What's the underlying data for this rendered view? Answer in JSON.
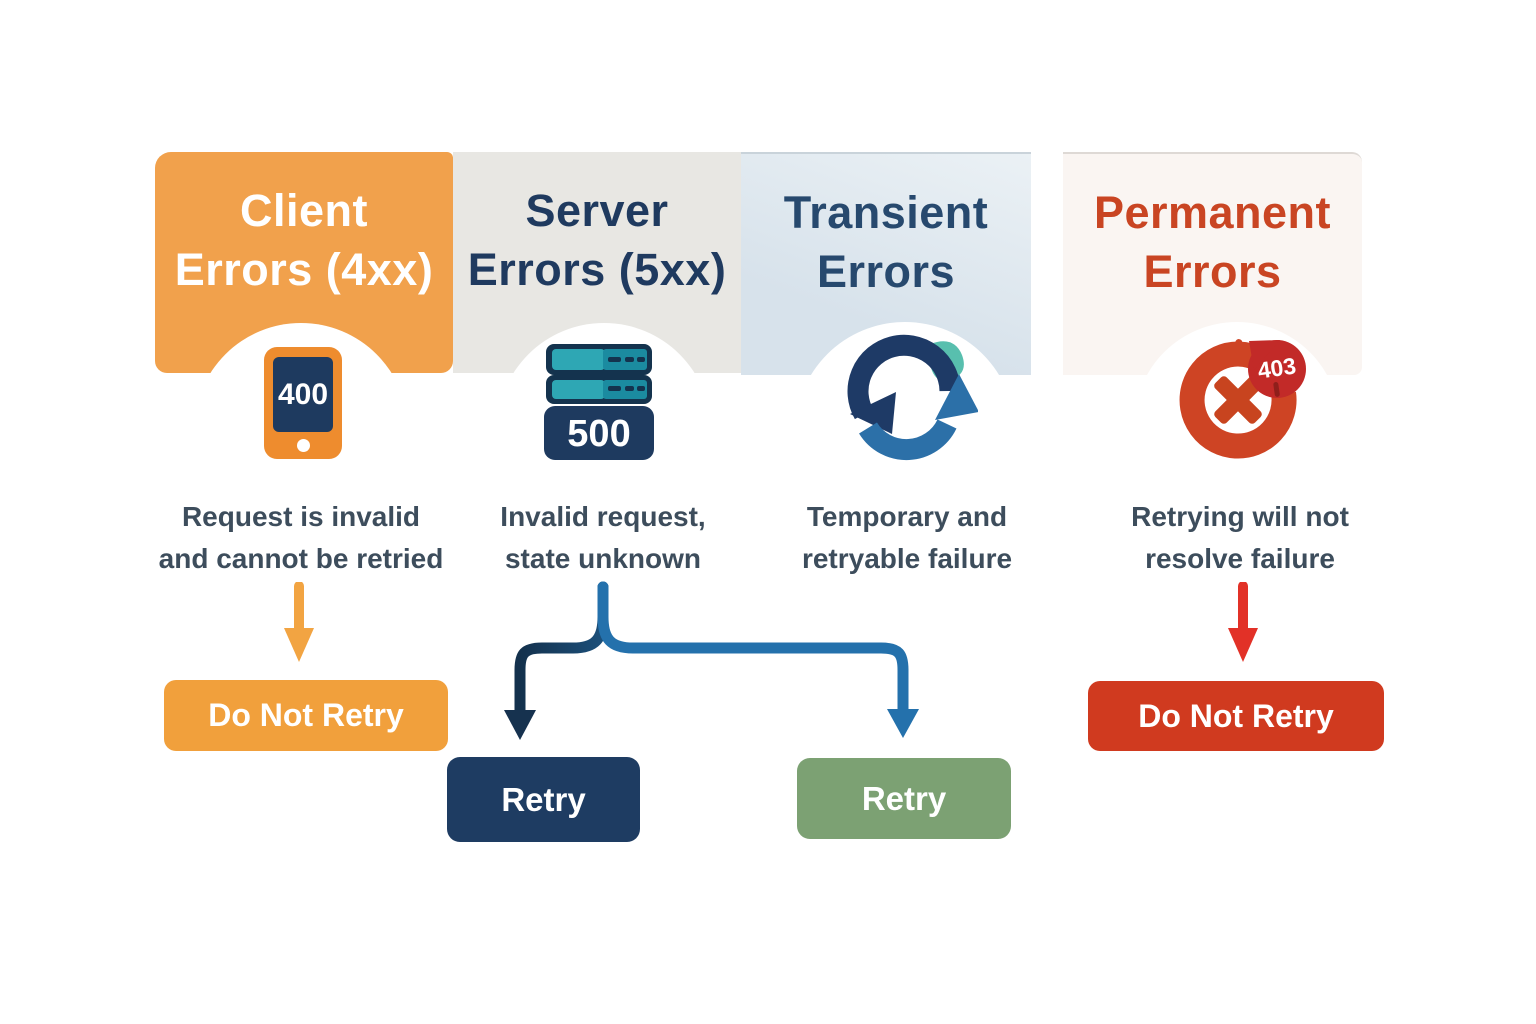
{
  "palette": {
    "client_orange": "#F1A14C",
    "phone_orange": "#EE8C2E",
    "navy": "#1E3A5F",
    "server_gray": "#E8E7E3",
    "transient_blue_bg": "#D9E4ED",
    "permanent_bg": "#FAF5F2",
    "permanent_red_text": "#C94523",
    "button_red": "#D03A1F",
    "button_green": "#7CA173",
    "arrow_blue": "#2471AC",
    "arrow_dark_navy": "#16324F",
    "arrow_orange": "#F2A442",
    "arrow_red": "#E23127",
    "teal": "#2EA7B4",
    "description_text": "#3D4D5C"
  },
  "columns": [
    {
      "title_line1": "Client",
      "title_line2": "Errors (4xx)",
      "icon": "smartphone-icon",
      "badge": "400",
      "desc_line1": "Request is invalid",
      "desc_line2": "and cannot be retried",
      "action_label": "Do Not Retry"
    },
    {
      "title_line1": "Server",
      "title_line2": "Errors (5xx)",
      "icon": "server-rack-icon",
      "badge": "500",
      "desc_line1": "Invalid request,",
      "desc_line2": "state unknown",
      "action_label": "Retry"
    },
    {
      "title_line1": "Transient",
      "title_line2": "Errors",
      "icon": "sync-arrows-icon",
      "badge": "",
      "desc_line1": "Temporary and",
      "desc_line2": "retryable failure",
      "action_label": "Retry"
    },
    {
      "title_line1": "Permanent",
      "title_line2": "Errors",
      "icon": "blocked-circle-icon",
      "badge": "403",
      "desc_line1": "Retrying will not",
      "desc_line2": "resolve failure",
      "action_label": "Do Not Retry"
    }
  ]
}
